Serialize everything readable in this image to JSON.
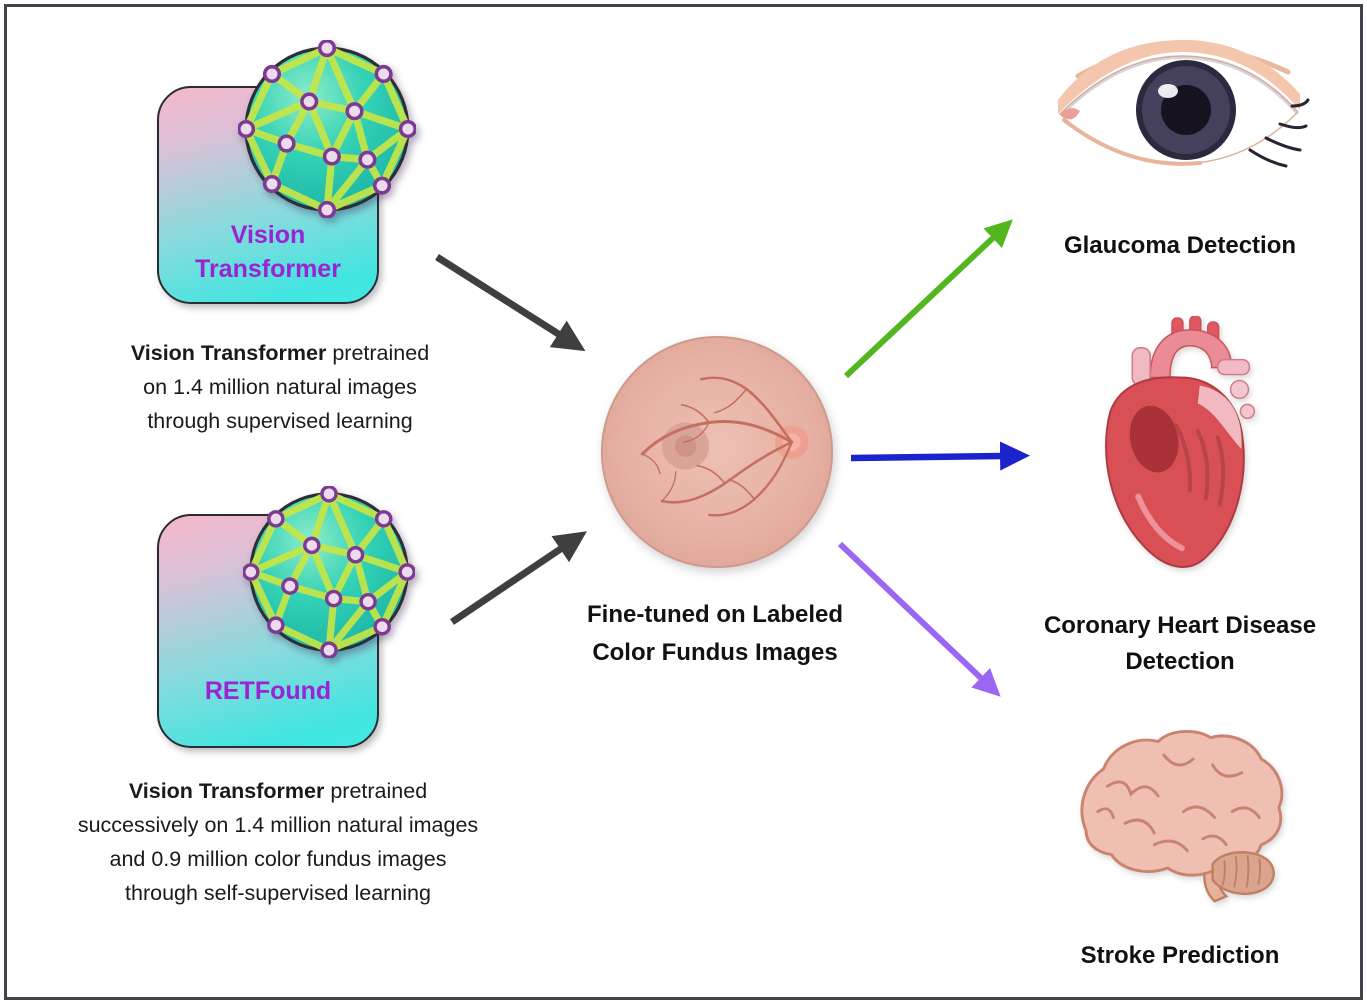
{
  "boxes": {
    "vit": {
      "label_line1": "Vision",
      "label_line2": "Transformer"
    },
    "retfound": {
      "label": "RETFound"
    }
  },
  "captions": {
    "vit_bold": "Vision Transformer",
    "vit_after_bold": " pretrained",
    "vit_line2": "on 1.4 million natural images",
    "vit_line3": "through supervised learning",
    "ret_bold": "Vision Transformer",
    "ret_after_bold": " pretrained",
    "ret_line2": "successively on 1.4 million natural images",
    "ret_line3": "and 0.9 million color fundus images",
    "ret_line4": "through self-supervised learning",
    "center_line1": "Fine-tuned on Labeled",
    "center_line2": "Color Fundus Images"
  },
  "outcomes": {
    "glaucoma": "Glaucoma Detection",
    "chd_line1": "Coronary Heart Disease",
    "chd_line2": "Detection",
    "stroke": "Stroke Prediction"
  },
  "icons": {
    "network_sphere": "network-sphere-icon",
    "fundus": "fundus-image-icon",
    "eye": "eye-icon",
    "heart": "heart-icon",
    "brain": "brain-icon"
  },
  "colors": {
    "arrow_dark": "#3f3f3f",
    "arrow_green": "#52b61e",
    "arrow_blue": "#1b24cc",
    "arrow_purple": "#9a66f2",
    "box_label_purple": "#9a23d4",
    "box_gradient_top": "#f6b7c9",
    "box_gradient_bottom": "#3fe9e2"
  }
}
